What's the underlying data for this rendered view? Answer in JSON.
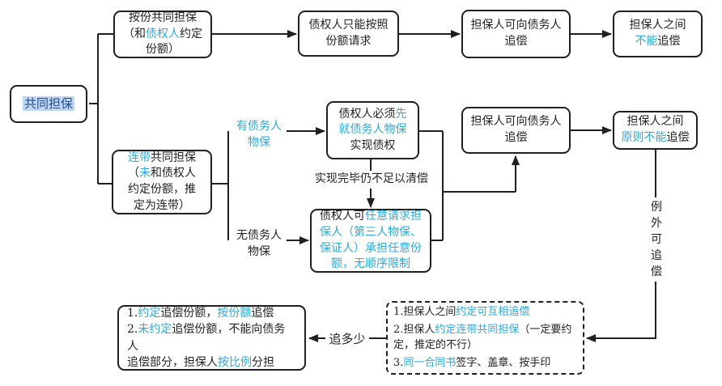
{
  "diagram_title": "共同担保流程图",
  "colors": {
    "accent_blue": "#29abe2",
    "ink": "#231f20",
    "highlight_bg": "#bed7f2",
    "highlight_text": "#2b4a94",
    "background": "#ffffff"
  },
  "nodes": {
    "root": {
      "segments": [
        {
          "text": "共同担保"
        }
      ]
    },
    "anfen": {
      "segments": [
        {
          "text": "按份共同担保\n（和"
        },
        {
          "text": "债权人"
        },
        {
          "text": "约定\n份额）"
        }
      ]
    },
    "fene": {
      "segments": [
        {
          "text": "债权人只能按照\n份额请求"
        }
      ]
    },
    "zhuichang_top": {
      "segments": [
        {
          "text": "担保人可向债务人\n追偿"
        }
      ]
    },
    "buneng": {
      "segments": [
        {
          "text": "担保人之间\n"
        },
        {
          "text": "不能"
        },
        {
          "text": "追偿"
        }
      ]
    },
    "liandai": {
      "segments": [
        {
          "text": "连带"
        },
        {
          "text": "共同担保\n（"
        },
        {
          "text": "未"
        },
        {
          "text": "和债权人\n约定份额，推\n定为连带）"
        }
      ]
    },
    "you_wubao": {
      "segments": [
        {
          "text": "有债务人\n物保"
        }
      ]
    },
    "wu_wubao": {
      "segments": [
        {
          "text": "无债务人\n物保"
        }
      ]
    },
    "xian_wubao": {
      "segments": [
        {
          "text": "债权人必须"
        },
        {
          "text": "先\n就债务人物保"
        },
        {
          "text": "\n实现债权"
        }
      ]
    },
    "shixian": {
      "segments": [
        {
          "text": "实现完毕仍不足以清偿"
        }
      ]
    },
    "renyi": {
      "segments": [
        {
          "text": "债权人可"
        },
        {
          "text": "任意请求担\n保人（第三人物保、\n保证人）承担任意份\n额，无顺序限制"
        }
      ]
    },
    "zhuichang_mid": {
      "segments": [
        {
          "text": "担保人可向债务人\n追偿"
        }
      ]
    },
    "yuanze": {
      "segments": [
        {
          "text": "担保人之间\n"
        },
        {
          "text": "原则不能"
        },
        {
          "text": "追偿"
        }
      ]
    },
    "liwai": {
      "segments": [
        {
          "text": "例\n外\n可\n追\n偿"
        }
      ]
    },
    "exception": {
      "items": [
        {
          "segments": [
            {
              "text": "1.担保人之间"
            },
            {
              "text": "约定可互相追偿"
            }
          ]
        },
        {
          "segments": [
            {
              "text": "2.担保人"
            },
            {
              "text": "约定连带共同担保"
            },
            {
              "text": "（一定要约\n定，推定的不行）"
            }
          ]
        },
        {
          "segments": [
            {
              "text": "3."
            },
            {
              "text": "同一合同书"
            },
            {
              "text": "签字、盖章、按手印"
            }
          ]
        }
      ]
    },
    "zhui_rules": {
      "items": [
        {
          "segments": [
            {
              "text": "1."
            },
            {
              "text": "约定"
            },
            {
              "text": "追偿份额，"
            },
            {
              "text": "按份额"
            },
            {
              "text": "追偿"
            }
          ]
        },
        {
          "segments": [
            {
              "text": "2."
            },
            {
              "text": "未约定"
            },
            {
              "text": "追偿份额，不能向债务人\n追偿部分，担保人"
            },
            {
              "text": "按比例"
            },
            {
              "text": "分担"
            }
          ]
        }
      ]
    },
    "zhuiduoshao": {
      "segments": [
        {
          "text": "追多少"
        }
      ]
    }
  }
}
